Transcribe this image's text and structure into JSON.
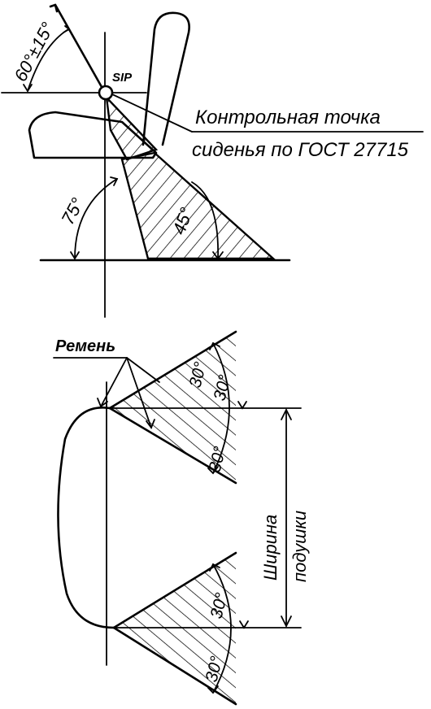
{
  "labels": {
    "sip": "SIP",
    "seat_point_line1": "Контрольная точка",
    "seat_point_line2": "сиденья по ГОСТ 27715",
    "belt": "Ремень",
    "width_line1": "Ширина",
    "width_line2": "подушки"
  },
  "angles": {
    "back_angle": "60°±15°",
    "floor_angle": "75°",
    "zone_angle": "45°",
    "upper_outer": "30°",
    "upper_inner": "30°",
    "lower_inner": "30°",
    "lower_outer": "30°"
  },
  "colors": {
    "ink": "#000000",
    "paper": "#ffffff"
  }
}
